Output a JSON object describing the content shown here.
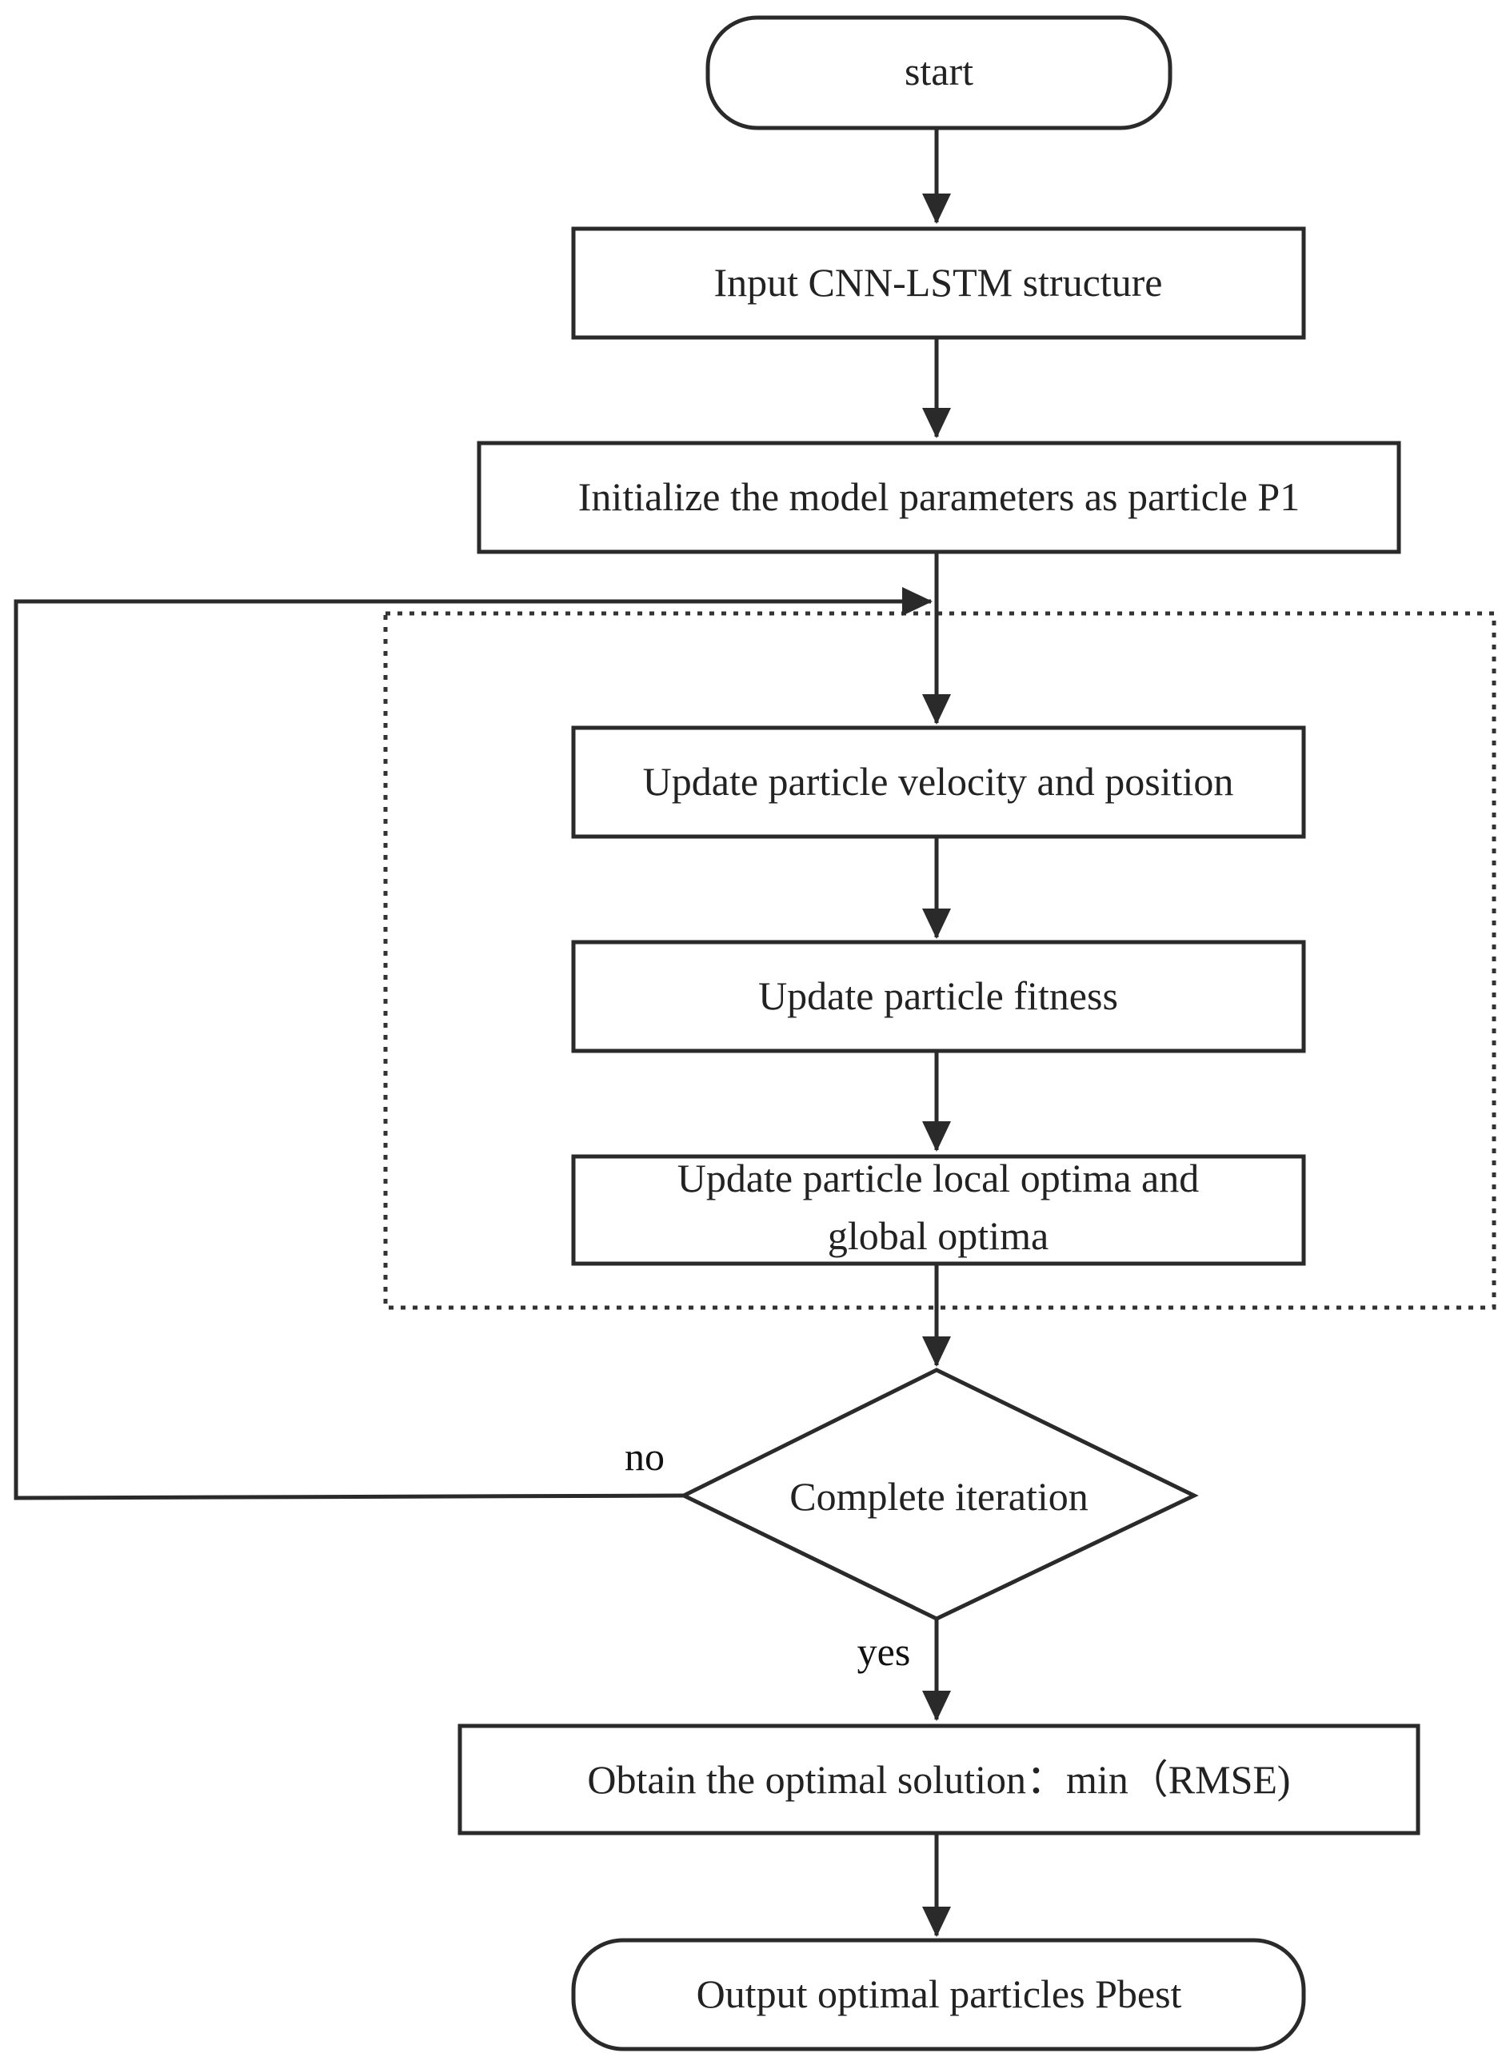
{
  "diagram": {
    "nodes": {
      "start": "start",
      "input_structure": "Input CNN-LSTM structure",
      "initialize": "Initialize the model parameters as particle P1",
      "update_velocity": "Update particle velocity and position",
      "update_fitness": "Update particle fitness",
      "update_optima_line1": "Update particle local optima and",
      "update_optima_line2": "global optima",
      "complete_iteration": "Complete iteration",
      "obtain_solution": "Obtain the optimal solution：min（RMSE)",
      "output": "Output optimal particles Pbest"
    },
    "edge_labels": {
      "no": "no",
      "yes": "yes"
    },
    "colors": {
      "stroke": "#2a2a2a",
      "text": "#222222",
      "background": "#ffffff"
    }
  }
}
